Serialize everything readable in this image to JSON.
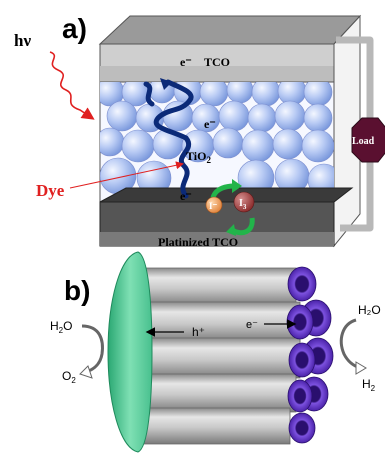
{
  "panel_a": {
    "label": "a)",
    "light": "hν",
    "electron_top": "e⁻",
    "tco_label": "TCO",
    "electron_mid": "e⁻",
    "tio2_base": "TiO",
    "tio2_sub": "2",
    "electron_low": "e⁻",
    "dye_label": "Dye",
    "iodide": "I⁻",
    "triiodide_base": "I",
    "triiodide_sub": "3",
    "bottom_electrode": "Platinized TCO",
    "load": "Load",
    "colors": {
      "dye_text": "#e02020",
      "particle": "#9fb6ee",
      "arrow_dark": "#0b2a78",
      "arrow_green": "#22b44a",
      "load_box": "#5a1030"
    }
  },
  "panel_b": {
    "label": "b)",
    "h2o_left_base": "H",
    "h2o_left_sub": "2",
    "h2o_left_end": "O",
    "o2_base": "O",
    "o2_sub": "2",
    "hole": "h⁺",
    "electron": "e⁻",
    "h2o_right": "H₂O",
    "h2_base": "H",
    "h2_sub": "2",
    "colors": {
      "green_disc": "#55cc99",
      "purple": "#6a3cc8",
      "tube_grey": "#b8b8b8"
    }
  }
}
